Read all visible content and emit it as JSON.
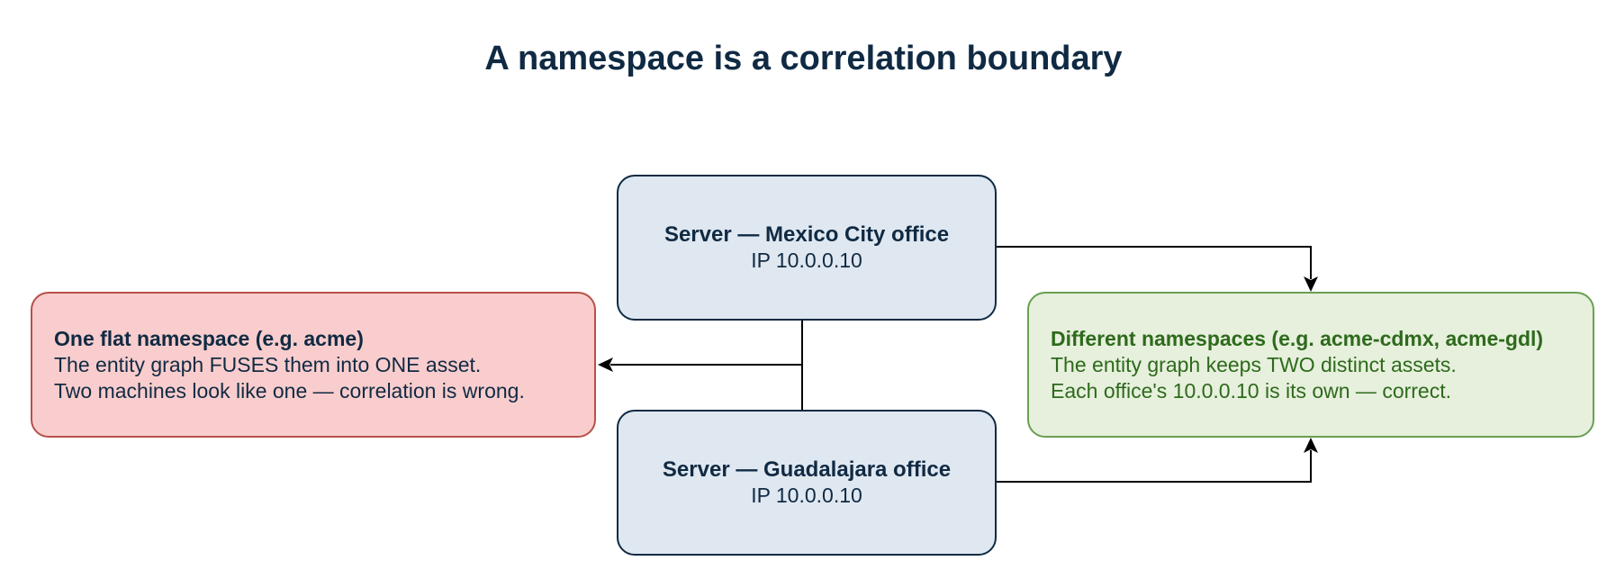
{
  "title": "A namespace is a correlation boundary",
  "servers": [
    {
      "name": "Server — Mexico City office",
      "ip": "IP 10.0.0.10"
    },
    {
      "name": "Server — Guadalajara office",
      "ip": "IP 10.0.0.10"
    }
  ],
  "flat": {
    "heading": "One flat namespace (e.g. acme)",
    "line1": "The entity graph FUSES them into ONE asset.",
    "line2": "Two machines look like one — correlation is wrong."
  },
  "distinct": {
    "heading": "Different namespaces (e.g. acme-cdmx, acme-gdl)",
    "line1": "The entity graph keeps TWO distinct assets.",
    "line2": "Each office's 10.0.0.10 is its own — correct."
  },
  "colors": {
    "server_fill": "#dfe7f0",
    "server_stroke": "#102a43",
    "flat_fill": "#f9cdcd",
    "flat_stroke": "#b8504a",
    "distinct_fill": "#e6f0dc",
    "distinct_stroke": "#6a9f52",
    "distinct_text": "#2e6a1c"
  }
}
